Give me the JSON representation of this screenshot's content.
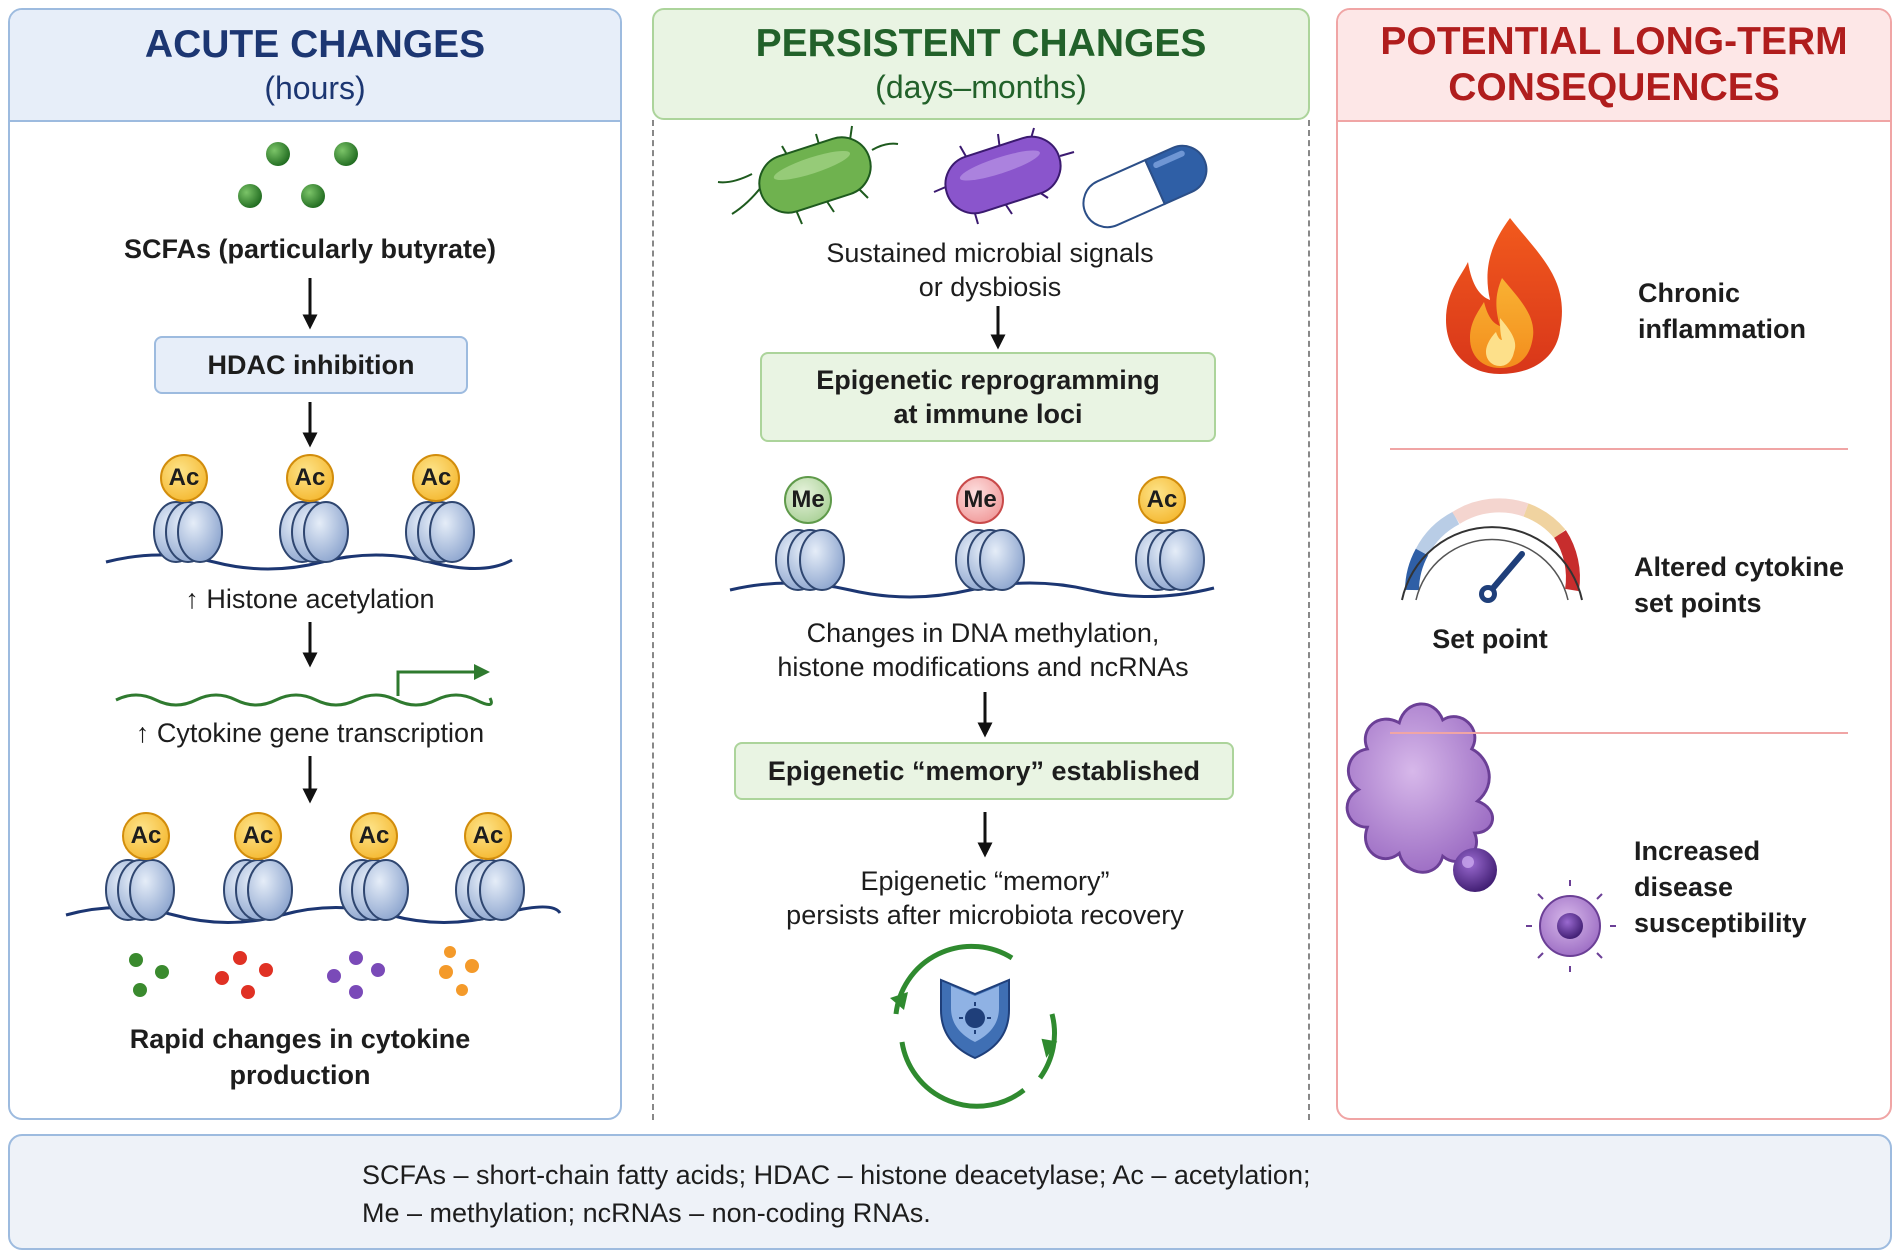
{
  "acute": {
    "title": "ACUTE CHANGES",
    "subtitle": "(hours)",
    "scfa_label": "SCFAs (particularly butyrate)",
    "hdac_box": "HDAC inhibition",
    "histone_label": "↑ Histone acetylation",
    "transcription_label": "↑ Cytokine gene transcription",
    "result_line1": "Rapid changes in cytokine",
    "result_line2": "production",
    "ac_tag": "Ac",
    "colors": {
      "scfa_dot": "#3a8a2e",
      "ac_badge": "#f7c23a",
      "nucleosome": "#a8bde0",
      "dna": "#1c3672"
    }
  },
  "persistent": {
    "title": "PERSISTENT CHANGES",
    "subtitle": "(days–months)",
    "signals_line1": "Sustained microbial signals",
    "signals_line2": "or dysbiosis",
    "reprogramming_line1": "Epigenetic reprogramming",
    "reprogramming_line2": "at immune loci",
    "marks": [
      "Me",
      "Me",
      "Ac"
    ],
    "changes_line1": "Changes in DNA methylation,",
    "changes_line2": "histone modifications and ncRNAs",
    "memory_box": "Epigenetic “memory” established",
    "persist_line1": "Epigenetic “memory”",
    "persist_line2": "persists after microbiota recovery",
    "icons": [
      "rod-bacterium-green-icon",
      "rod-bacterium-purple-icon",
      "capsule-icon",
      "shield-cycle-icon"
    ]
  },
  "consequences": {
    "title_line1": "POTENTIAL LONG-TERM",
    "title_line2": "CONSEQUENCES",
    "item1_line1": "Chronic",
    "item1_line2": "inflammation",
    "item2_line1": "Altered cytokine",
    "item2_line2": "set points",
    "gauge_label": "Set point",
    "item3_line1": "Increased",
    "item3_line2": "disease",
    "item3_line3": "susceptibility",
    "icons": [
      "flame-icon",
      "gauge-icon",
      "immune-cell-icon"
    ]
  },
  "footer": {
    "line1": "SCFAs – short-chain fatty acids; HDAC – histone deacetylase; Ac – acetylation;",
    "line2": "Me – methylation; ncRNAs – non-coding RNAs."
  }
}
